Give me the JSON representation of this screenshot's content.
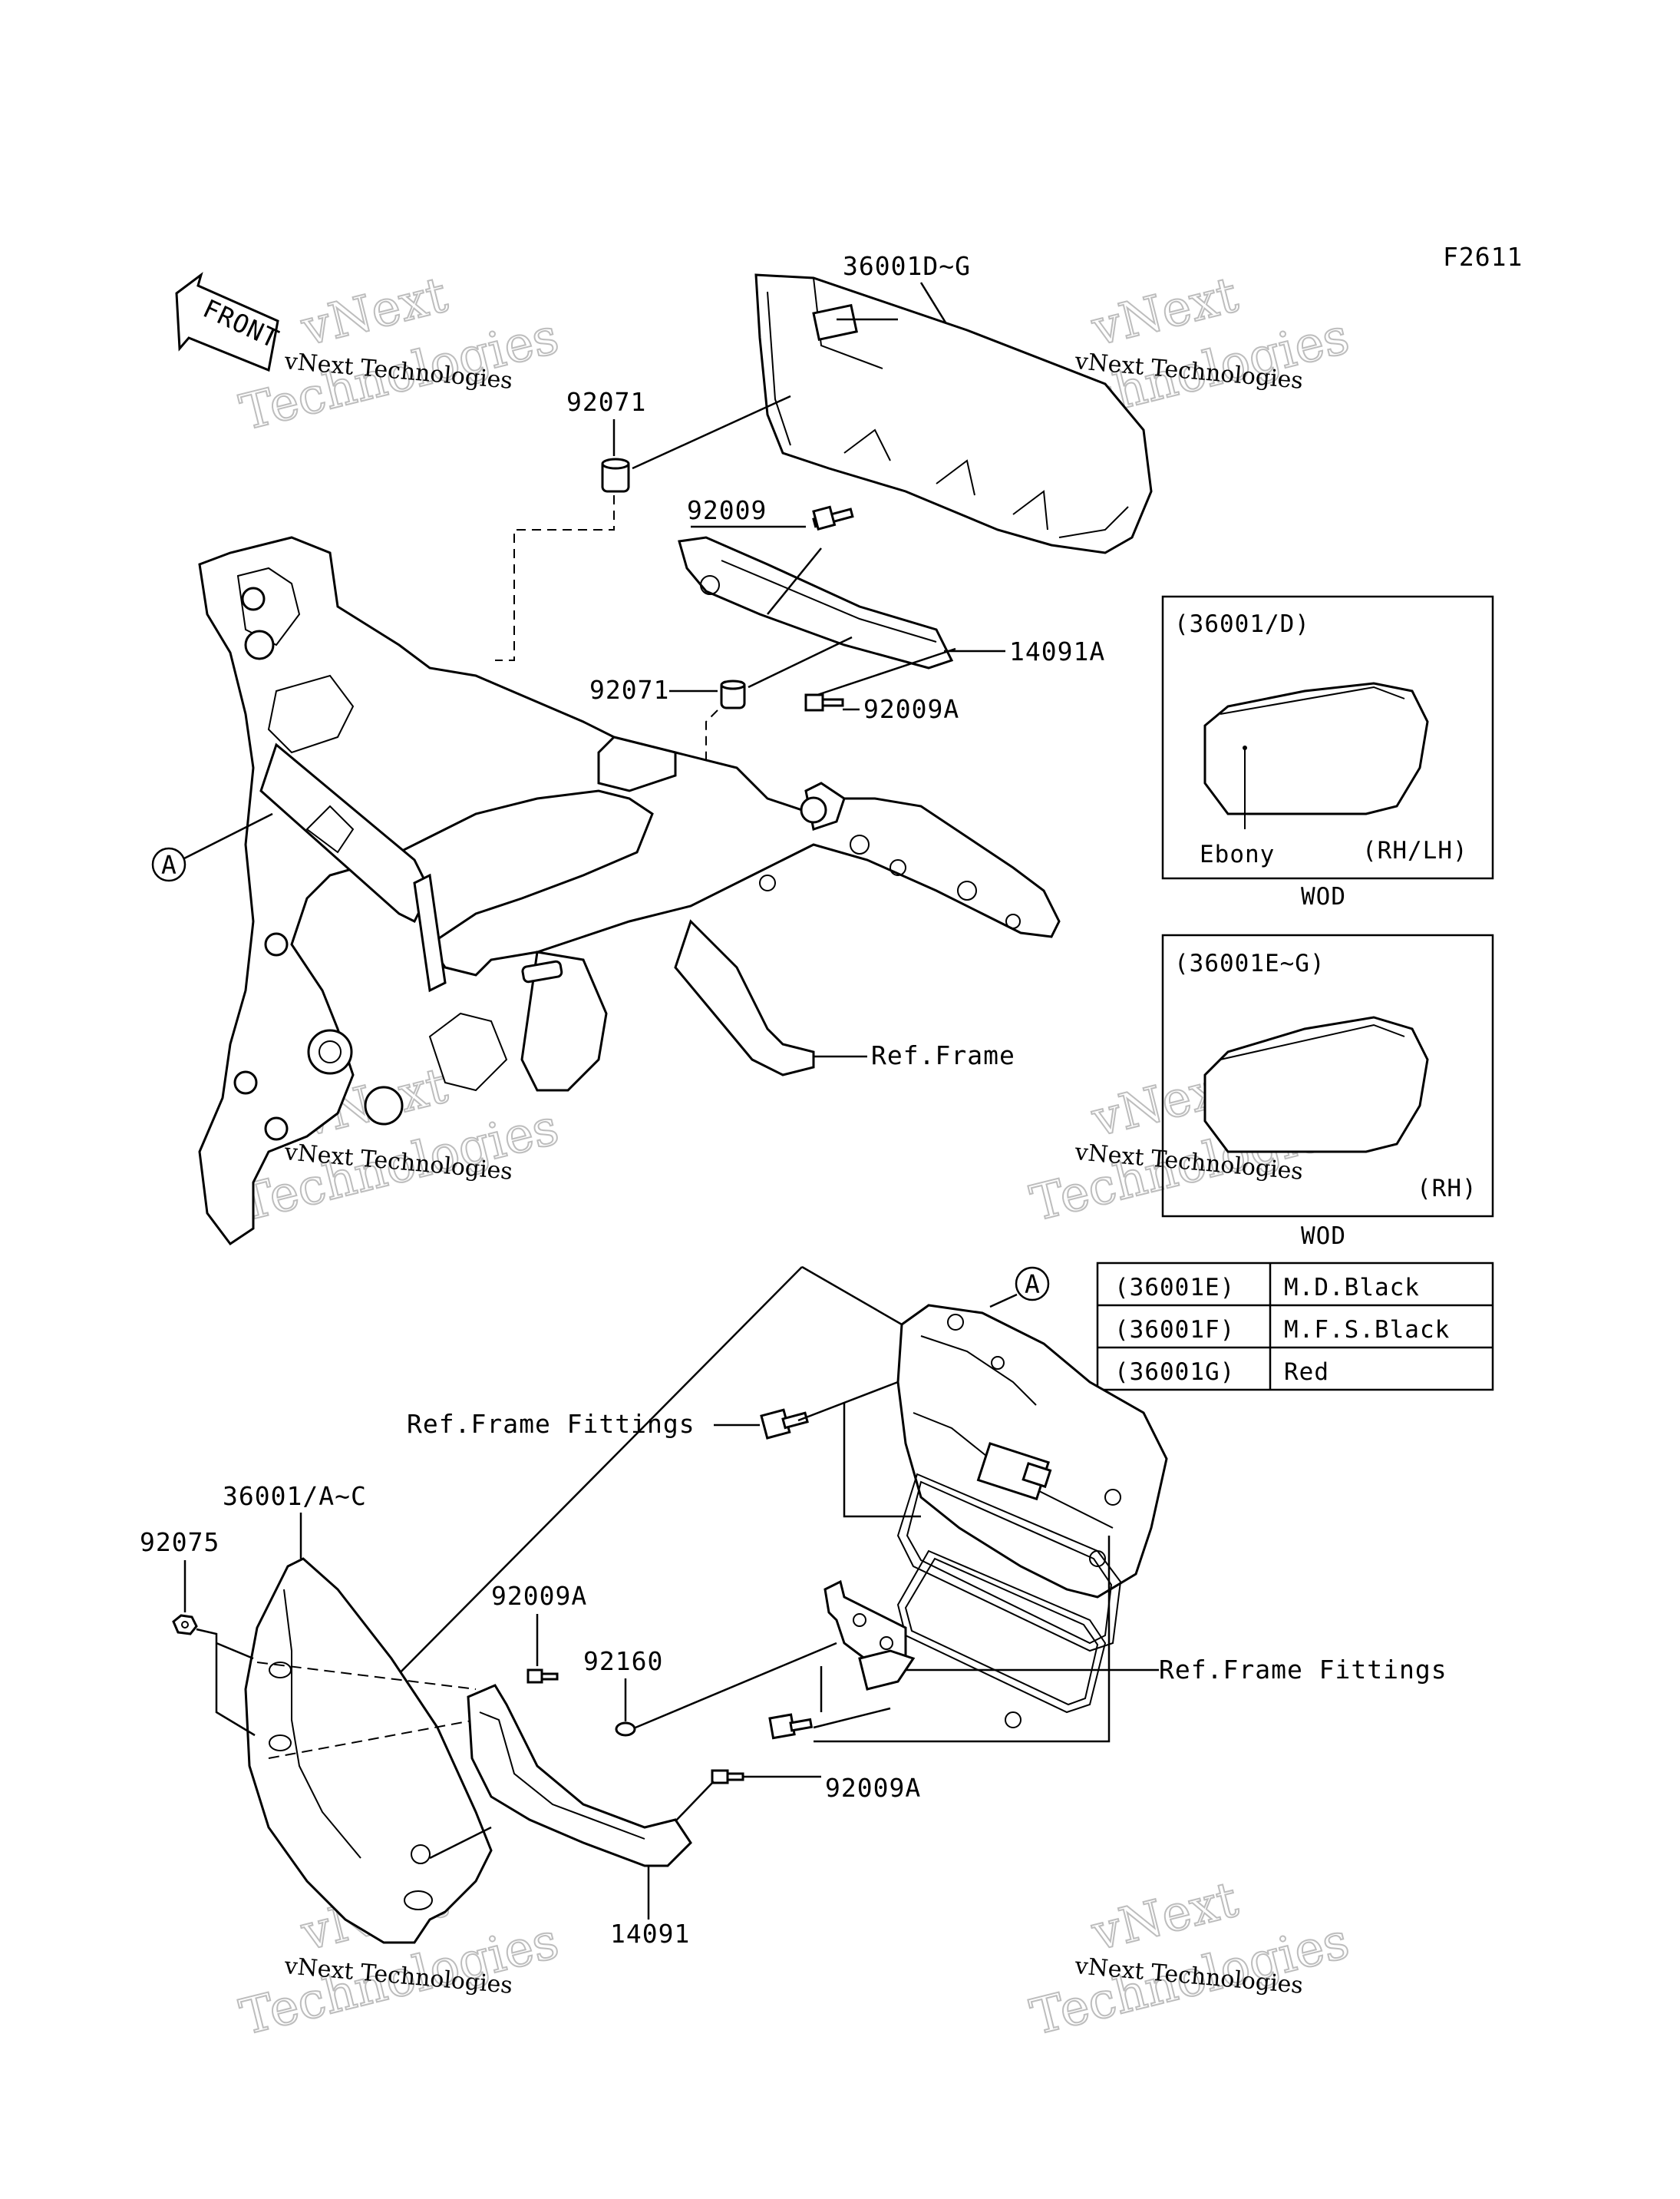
{
  "figure_code": "F2611",
  "front_label": "FRONT",
  "watermark": {
    "line1": "vNext Technologies",
    "line2": "vNext",
    "line3": "Technologies"
  },
  "callouts": {
    "c1": "36001D~G",
    "c2": "92071",
    "c3": "92009",
    "c4": "14091A",
    "c5": "92071",
    "c6": "92009A",
    "c7": "Ref.Frame",
    "c8": "Ref.Frame Fittings",
    "c9": "36001/A~C",
    "c10": "92075",
    "c11": "92009A",
    "c12": "92160",
    "c13": "92009A",
    "c14": "14091",
    "c15": "Ref.Frame Fittings",
    "marker_a": "A"
  },
  "inset1": {
    "code": "(36001/D)",
    "color": "Ebony",
    "side": "(RH/LH)",
    "market": "WOD"
  },
  "inset2": {
    "code": "(36001E~G)",
    "side": "(RH)",
    "market": "WOD"
  },
  "color_table": [
    {
      "code": "(36001E)",
      "color": "M.D.Black"
    },
    {
      "code": "(36001F)",
      "color": "M.F.S.Black"
    },
    {
      "code": "(36001G)",
      "color": "Red"
    }
  ]
}
